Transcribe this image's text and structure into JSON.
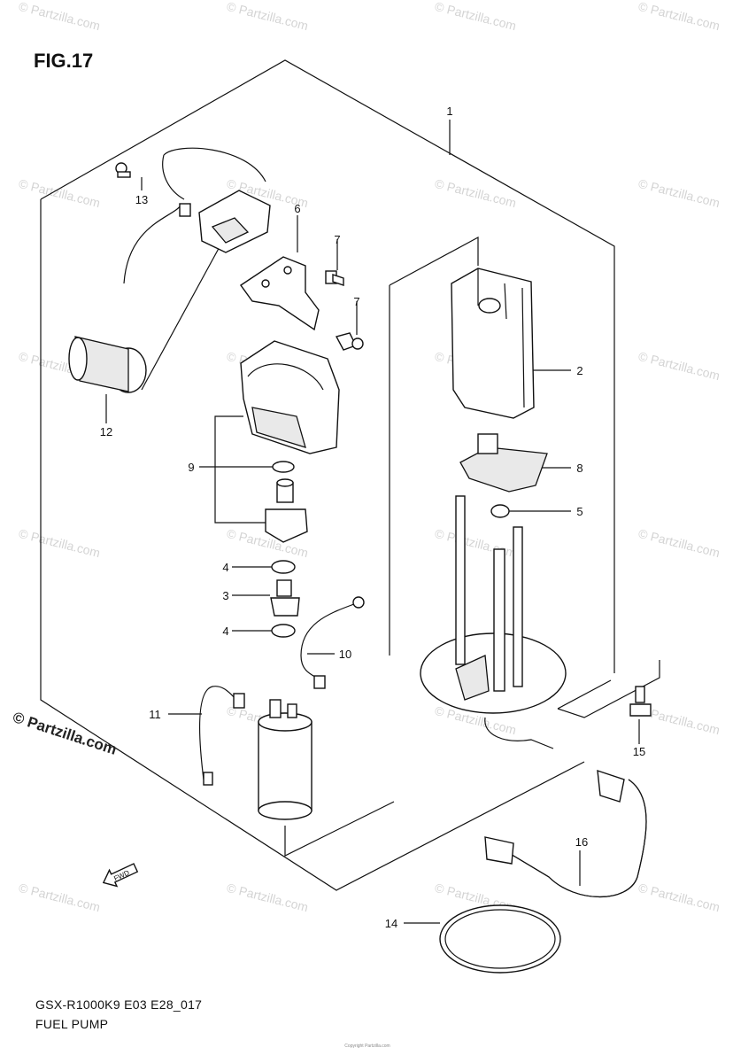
{
  "figure": {
    "fig_label": "FIG.17",
    "diagram_code": "GSX-R1000K9 E03 E28_017",
    "title": "FUEL PUMP"
  },
  "copyright": "© Partzilla.com",
  "watermark_text": "© Partzilla.com",
  "tiny_footer": "Copyright Partzilla.com",
  "fwd_label": "FWD",
  "callouts": [
    {
      "id": "1",
      "label": "1"
    },
    {
      "id": "2",
      "label": "2"
    },
    {
      "id": "3",
      "label": "3"
    },
    {
      "id": "4a",
      "label": "4"
    },
    {
      "id": "4b",
      "label": "4"
    },
    {
      "id": "5",
      "label": "5"
    },
    {
      "id": "6",
      "label": "6"
    },
    {
      "id": "7a",
      "label": "7"
    },
    {
      "id": "7b",
      "label": "7"
    },
    {
      "id": "8",
      "label": "8"
    },
    {
      "id": "9",
      "label": "9"
    },
    {
      "id": "10",
      "label": "10"
    },
    {
      "id": "11",
      "label": "11"
    },
    {
      "id": "12",
      "label": "12"
    },
    {
      "id": "13",
      "label": "13"
    },
    {
      "id": "14",
      "label": "14"
    },
    {
      "id": "15",
      "label": "15"
    },
    {
      "id": "16",
      "label": "16"
    }
  ]
}
